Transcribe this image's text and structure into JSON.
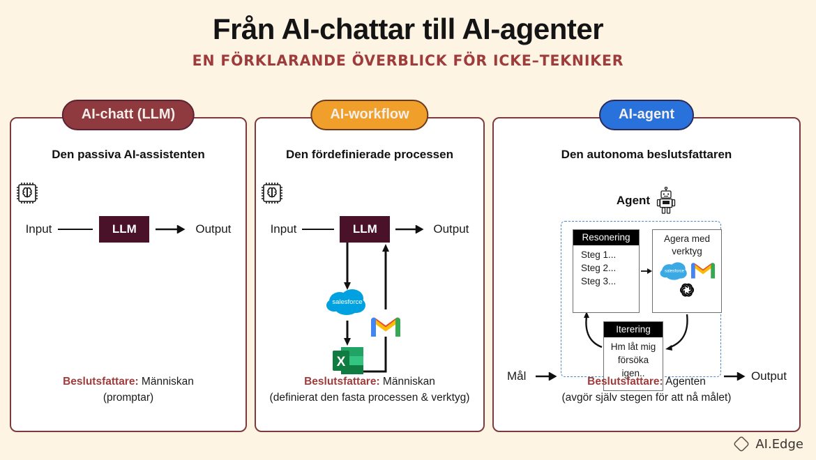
{
  "header": {
    "title": "Från AI-chattar till AI-agenter",
    "subtitle": "EN FÖRKLARANDE ÖVERBLICK FÖR ICKE–TEKNIKER"
  },
  "cards": [
    {
      "pill": "AI-chatt (LLM)",
      "subtitle": "Den passiva AI-assistenten",
      "input_label": "Input",
      "llm_label": "LLM",
      "output_label": "Output",
      "footer_strong": "Beslutsfattare:",
      "footer_rest": " Människan",
      "footer_line2": "(promptar)"
    },
    {
      "pill": "AI-workflow",
      "subtitle": "Den fördefinierade processen",
      "input_label": "Input",
      "llm_label": "LLM",
      "output_label": "Output",
      "tools": [
        "salesforce-logo",
        "gmail-logo",
        "excel-logo"
      ],
      "footer_strong": "Beslutsfattare:",
      "footer_rest": " Människan",
      "footer_line2": "(definierat den fasta processen & verktyg)"
    },
    {
      "pill": "AI-agent",
      "subtitle": "Den autonoma beslutsfattaren",
      "agent_label": "Agent",
      "goal_label": "Mål",
      "output_label": "Output",
      "reasoning": {
        "title": "Resonering",
        "steps": [
          "Steg 1...",
          "Steg 2...",
          "Steg 3..."
        ]
      },
      "tools_box": {
        "title_line1": "Agera med",
        "title_line2": "verktyg",
        "tools": [
          "salesforce-logo",
          "gmail-logo",
          "openai-logo"
        ]
      },
      "iteration": {
        "title": "Iterering",
        "line1": "Hm låt mig",
        "line2": "försöka",
        "line3": "igen.."
      },
      "footer_strong": "Beslutsfattare:",
      "footer_rest": " Agenten",
      "footer_line2": "(avgör själv stegen för att nå målet)"
    }
  ],
  "brand": {
    "name": "AI.Edge"
  },
  "colors": {
    "background": "#FDF4E4",
    "card_border": "#7E3A3A",
    "pill_red": "#8E3A3E",
    "pill_orange": "#F0A02A",
    "pill_blue": "#2A72DB",
    "llm_box": "#4A1228",
    "accent_text": "#9E3B3B",
    "dashed_border": "#4E86C6"
  }
}
